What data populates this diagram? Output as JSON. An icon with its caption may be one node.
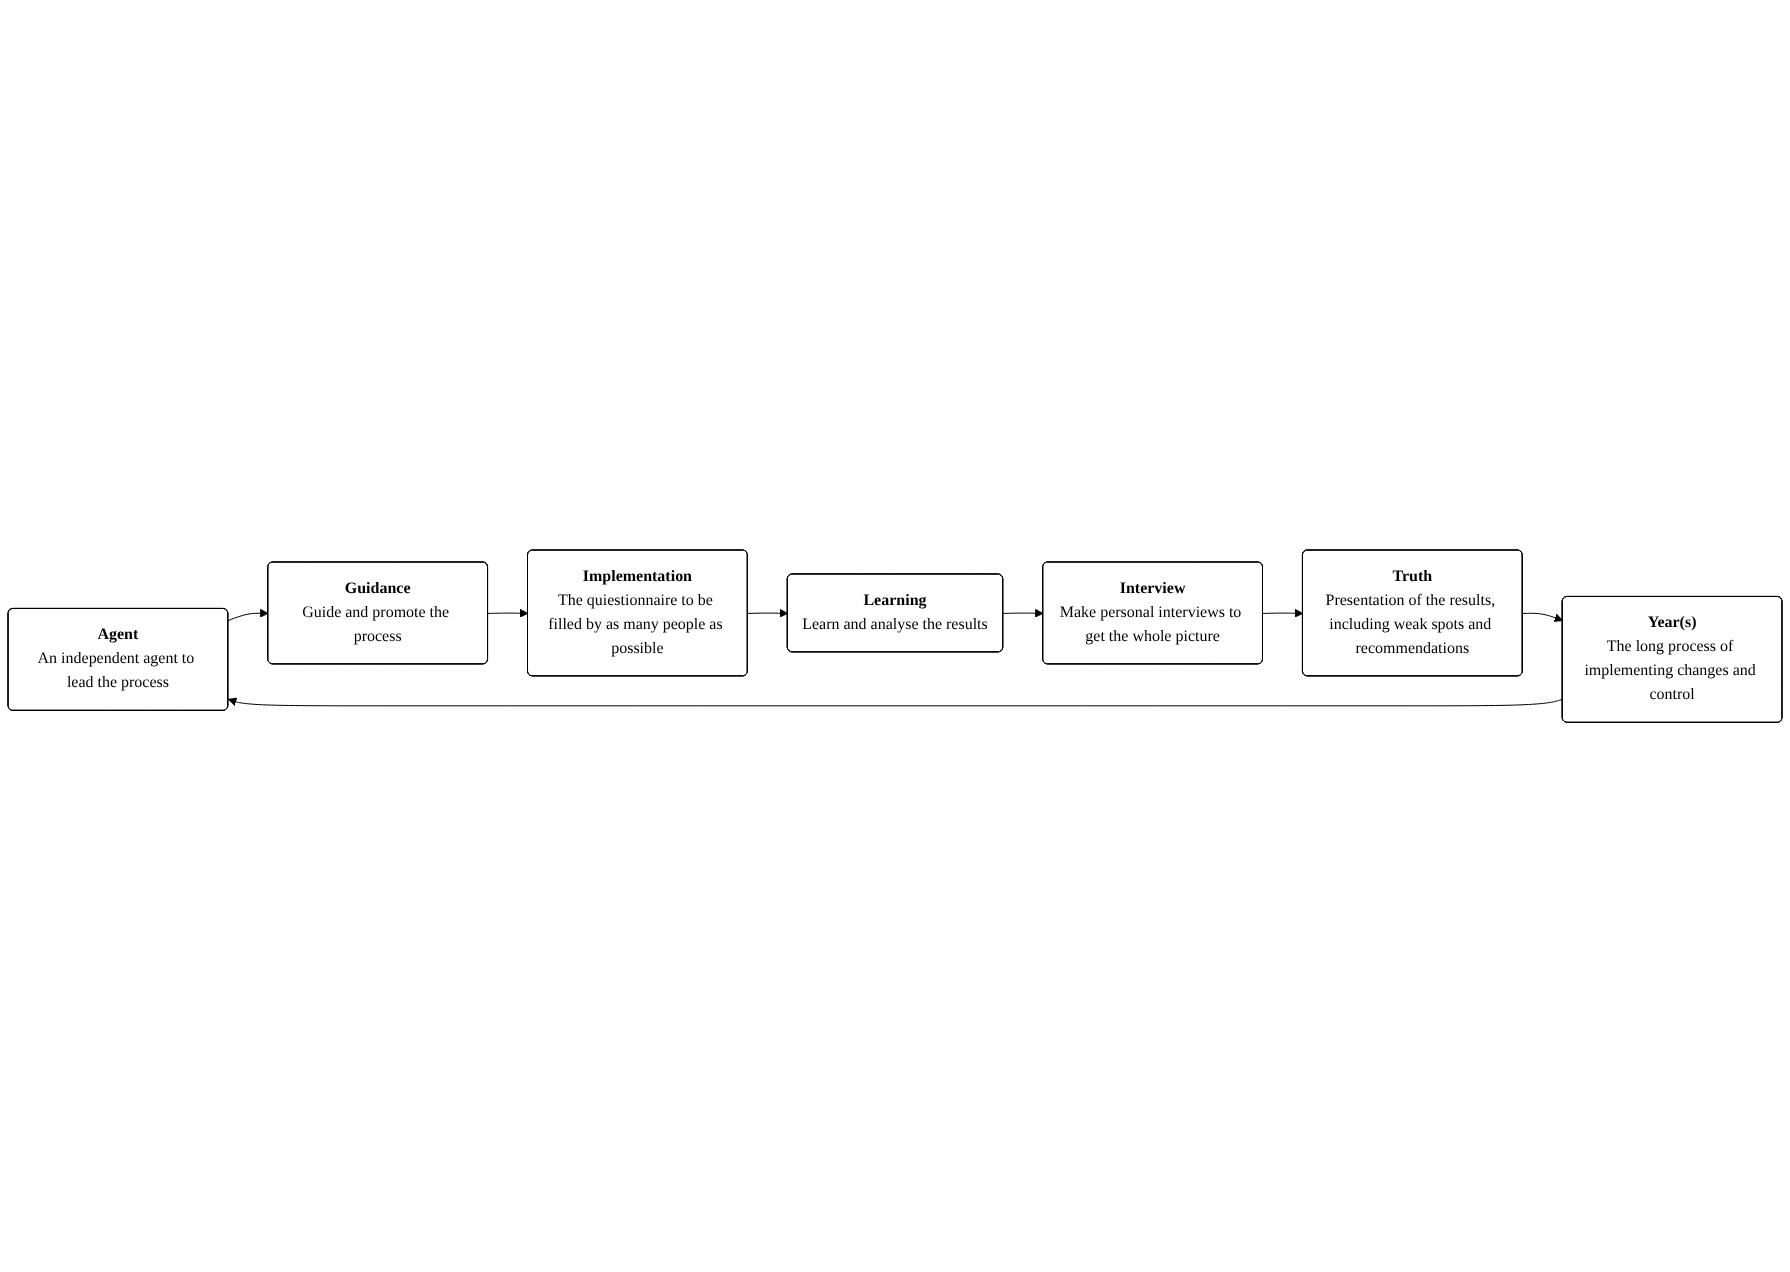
{
  "diagram": {
    "nodes": [
      {
        "text": [
          "Agent",
          "An independent agent to lead the process"
        ]
      },
      {
        "text": [
          "Guidance",
          "Guide and promote the process"
        ]
      },
      {
        "text": [
          "Implementation",
          "The quiestionnaire to be filled by as many people as possible"
        ]
      },
      {
        "text": [
          "Learning",
          "Learn and analyse the results"
        ]
      },
      {
        "text": [
          "Interview",
          "Make personal interviews to get the whole picture"
        ]
      },
      {
        "text": [
          "Truth",
          "Presentation of the results, including weak spots and recommendations"
        ]
      },
      {
        "text": [
          "Year(s)",
          "The long process of implementing changes and control"
        ]
      }
    ],
    "edges": [
      {
        "from": 6,
        "to": 0,
        "arrow": "to"
      },
      {
        "from": 0,
        "to": 1,
        "arrow": "to"
      },
      {
        "from": 1,
        "to": 2,
        "arrow": "to"
      },
      {
        "from": 2,
        "to": 3,
        "arrow": "to"
      },
      {
        "from": 3,
        "to": 4,
        "arrow": "to"
      },
      {
        "from": 4,
        "to": 5,
        "arrow": "to"
      },
      {
        "from": 5,
        "to": 6,
        "arrow": "to"
      }
    ]
  }
}
